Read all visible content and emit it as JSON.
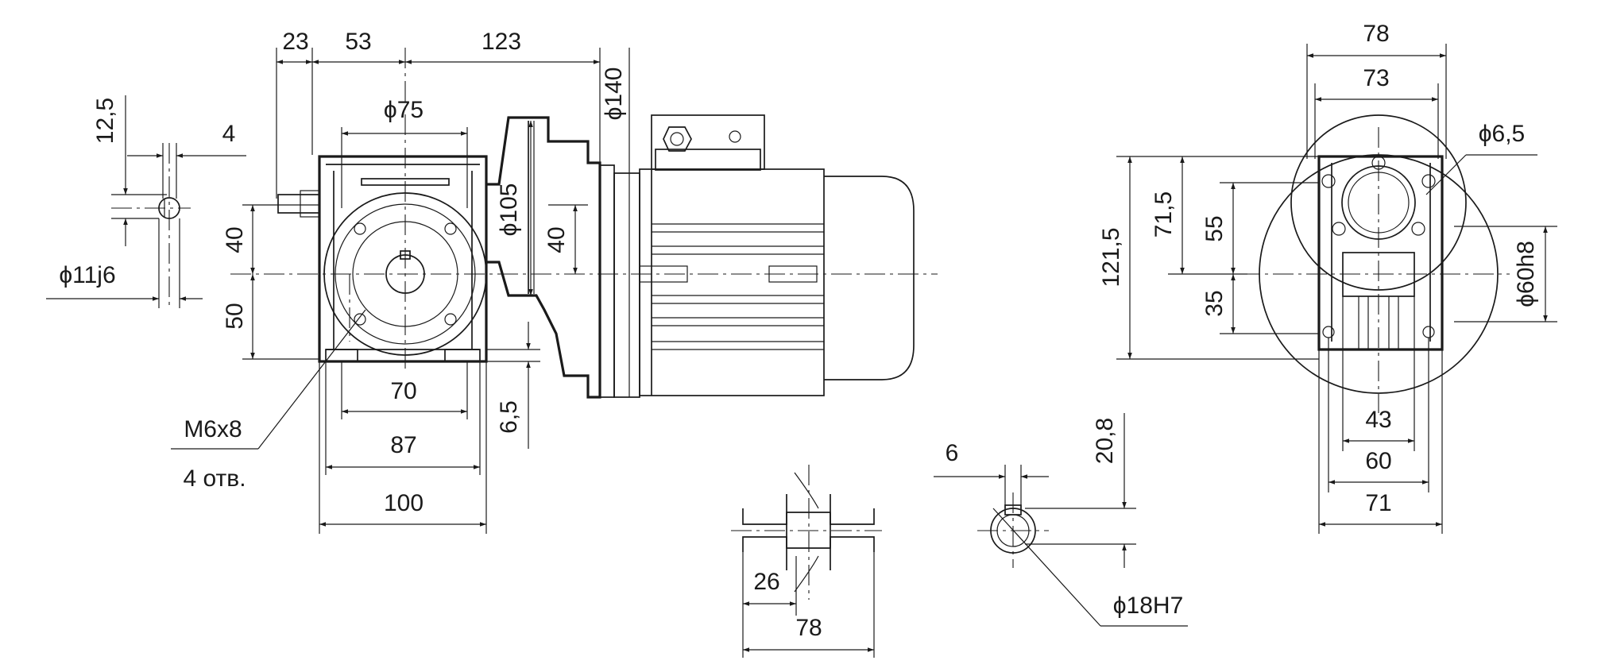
{
  "main_view": {
    "top_dims": {
      "d23": "23",
      "d53": "53",
      "d123": "123"
    },
    "d_phi75": "ϕ75",
    "d_phi105": "ϕ105",
    "d_phi140": "ϕ140",
    "d40_left": "40",
    "d50_left": "50",
    "d40_mid": "40",
    "d70": "70",
    "d87": "87",
    "d100": "100",
    "d6_5": "6,5",
    "holes_label": "M6x8",
    "holes_count": "4 отв."
  },
  "shaft_view": {
    "d12_5": "12,5",
    "d4": "4",
    "d_phi11j6": "ϕ11j6"
  },
  "hollow_view": {
    "d26": "26",
    "d78": "78"
  },
  "bore_view": {
    "d6": "6",
    "d20_8": "20,8",
    "d_phi18h7": "ϕ18H7"
  },
  "side_view": {
    "d78": "78",
    "d73": "73",
    "d_phi6_5": "ϕ6,5",
    "d121_5": "121,5",
    "d71_5": "71,5",
    "d55": "55",
    "d35": "35",
    "d_phi60h8": "ϕ60h8",
    "d43": "43",
    "d60": "60",
    "d71": "71"
  }
}
